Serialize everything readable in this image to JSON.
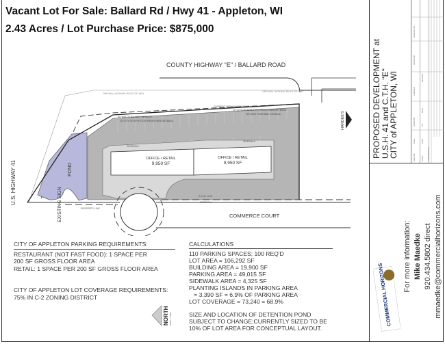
{
  "header": {
    "title": "Vacant Lot For Sale: Ballard Rd  / Hwy 41 - Appleton, WI",
    "subtitle": "2.43 Acres / Lot Purchase Price: $875,000"
  },
  "site_plan": {
    "road_north": "COUNTY HIGHWAY \"E\" / BALLARD ROAD",
    "road_west": "U.S. HIGHWAY 41",
    "road_south": "COMMERCE COURT",
    "hardees": "HARDEE'S",
    "pond": "POND",
    "existing_sign": "EXISTING SIGN",
    "original_row": "ORIGINAL HIGHWAY RIGHT-OF-WAY",
    "current_row": "CURRENT HIGHWAY RIGHT-OF-WAY",
    "wisdot_setback": "50' WDOT HIGHWAY SETBACK",
    "city_setback": "10' CITY OF APPLETON FRONTYARD SETBACK",
    "sidewalk": "SIDEWALK",
    "property_line": "PROPERTY LINE",
    "row_line": "R.O.W. LINE",
    "buildings": [
      {
        "use": "OFFICE / RETAIL",
        "area": "9,950 SF"
      },
      {
        "use": "OFFICE / RETAIL",
        "area": "9,950 SF"
      }
    ],
    "north": "NORTH",
    "scale": "Scale: 1\"=100'"
  },
  "parking_requirements": {
    "heading": "CITY OF APPLETON PARKING REQUIREMENTS:",
    "lines": [
      "RESTAURANT (NOT FAST FOOD): 1 SPACE PER",
      "200 SF GROSS FLOOR AREA",
      "RETAIL: 1 SPACE PER 200 SF GROSS FLOOR AREA"
    ]
  },
  "coverage_requirements": {
    "heading": "CITY OF APPLETON LOT COVERAGE REQUIREMENTS:",
    "line": "75% IN C-2 ZONING DISTRICT"
  },
  "calculations": {
    "heading": "CALCULATIONS",
    "lines": [
      "110 PARKING SPACES; 100 REQ'D",
      "LOT AREA = 106,292 SF",
      "BUILDING AREA = 19,900 SF",
      "PARKING AREA = 49,015 SF",
      "SIDEWALK AREA = 4,325 SF",
      "PLANTING ISLANDS IN PARKING AREA",
      "   = 3,390 SF = 6.9% OF PARKING AREA",
      "LOT COVERAGE = 73,240 = 68.9%"
    ],
    "pond_note": [
      "SIZE AND LOCATION OF DETENTION POND",
      "SUBJECT TO CHANGE;CURRENTLY SIZED TO BE",
      "10% OF LOT AREA FOR CONCEPTUAL LAYOUT."
    ]
  },
  "title_block": {
    "project": [
      "PROPOSED DEVELOPMENT at",
      "U.S.H. 41 and C.T.H. \"E\"",
      "CITY of APPLETON, WI"
    ],
    "fields": [
      "FIELD BK",
      "PAGE",
      "DRAWN BY",
      "CHECKED",
      "APPROVED",
      "DRAWING NO.",
      "SCALE",
      "DATE",
      "NO.",
      "DATE",
      "REVISION",
      "COMPUTER FILE"
    ]
  },
  "contact": {
    "intro": "For more information:",
    "name": "Mike Maedke",
    "phone": "920.434.5802 direct",
    "email": "mmaedke@commercialhorizons.com"
  },
  "logo": {
    "text": "COMMERCIAL HORIZONS"
  }
}
